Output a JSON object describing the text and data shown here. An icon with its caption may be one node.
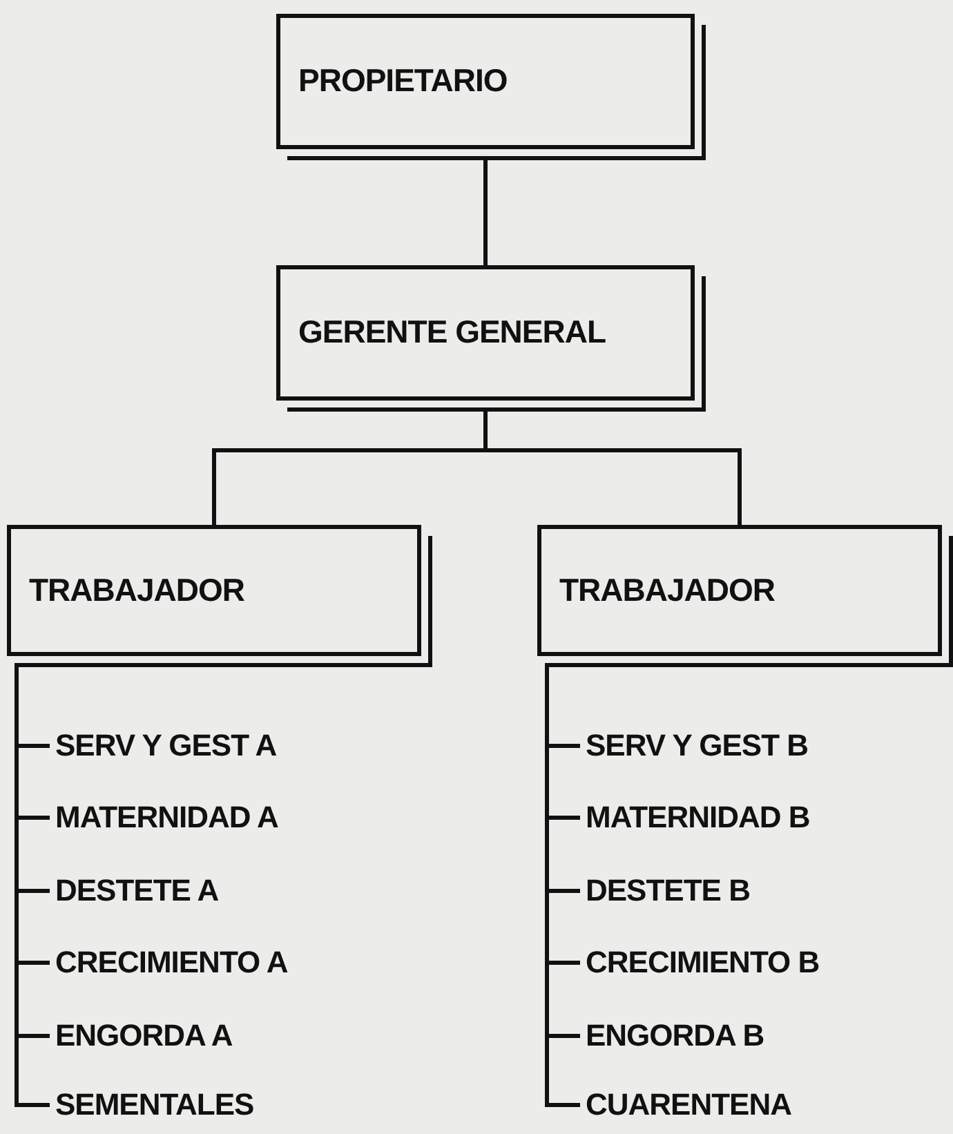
{
  "diagram": {
    "nodes": [
      {
        "text": [
          "PROPIETARIO"
        ]
      },
      {
        "text": [
          "GERENTE GENERAL"
        ]
      },
      {
        "text": [
          "TRABAJADOR"
        ]
      },
      {
        "text": [
          "TRABAJADOR"
        ]
      },
      {
        "text": [
          "SERV Y GEST A"
        ]
      },
      {
        "text": [
          "MATERNIDAD A"
        ]
      },
      {
        "text": [
          "DESTETE A"
        ]
      },
      {
        "text": [
          "CRECIMIENTO A"
        ]
      },
      {
        "text": [
          "ENGORDA A"
        ]
      },
      {
        "text": [
          "SEMENTALES"
        ]
      },
      {
        "text": [
          "SERV Y GEST B"
        ]
      },
      {
        "text": [
          "MATERNIDAD B"
        ]
      },
      {
        "text": [
          "DESTETE B"
        ]
      },
      {
        "text": [
          "CRECIMIENTO B"
        ]
      },
      {
        "text": [
          "ENGORDA B"
        ]
      },
      {
        "text": [
          "CUARENTENA"
        ]
      }
    ],
    "edges": [
      {
        "from": 0,
        "to": 1,
        "arrow": "none"
      },
      {
        "from": 1,
        "to": 2,
        "arrow": "none"
      },
      {
        "from": 1,
        "to": 3,
        "arrow": "none"
      },
      {
        "from": 2,
        "to": 4,
        "arrow": "none"
      },
      {
        "from": 2,
        "to": 5,
        "arrow": "none"
      },
      {
        "from": 2,
        "to": 6,
        "arrow": "none"
      },
      {
        "from": 2,
        "to": 7,
        "arrow": "none"
      },
      {
        "from": 2,
        "to": 8,
        "arrow": "none"
      },
      {
        "from": 2,
        "to": 9,
        "arrow": "none"
      },
      {
        "from": 3,
        "to": 10,
        "arrow": "none"
      },
      {
        "from": 3,
        "to": 11,
        "arrow": "none"
      },
      {
        "from": 3,
        "to": 12,
        "arrow": "none"
      },
      {
        "from": 3,
        "to": 13,
        "arrow": "none"
      },
      {
        "from": 3,
        "to": 14,
        "arrow": "none"
      },
      {
        "from": 3,
        "to": 15,
        "arrow": "none"
      }
    ]
  }
}
